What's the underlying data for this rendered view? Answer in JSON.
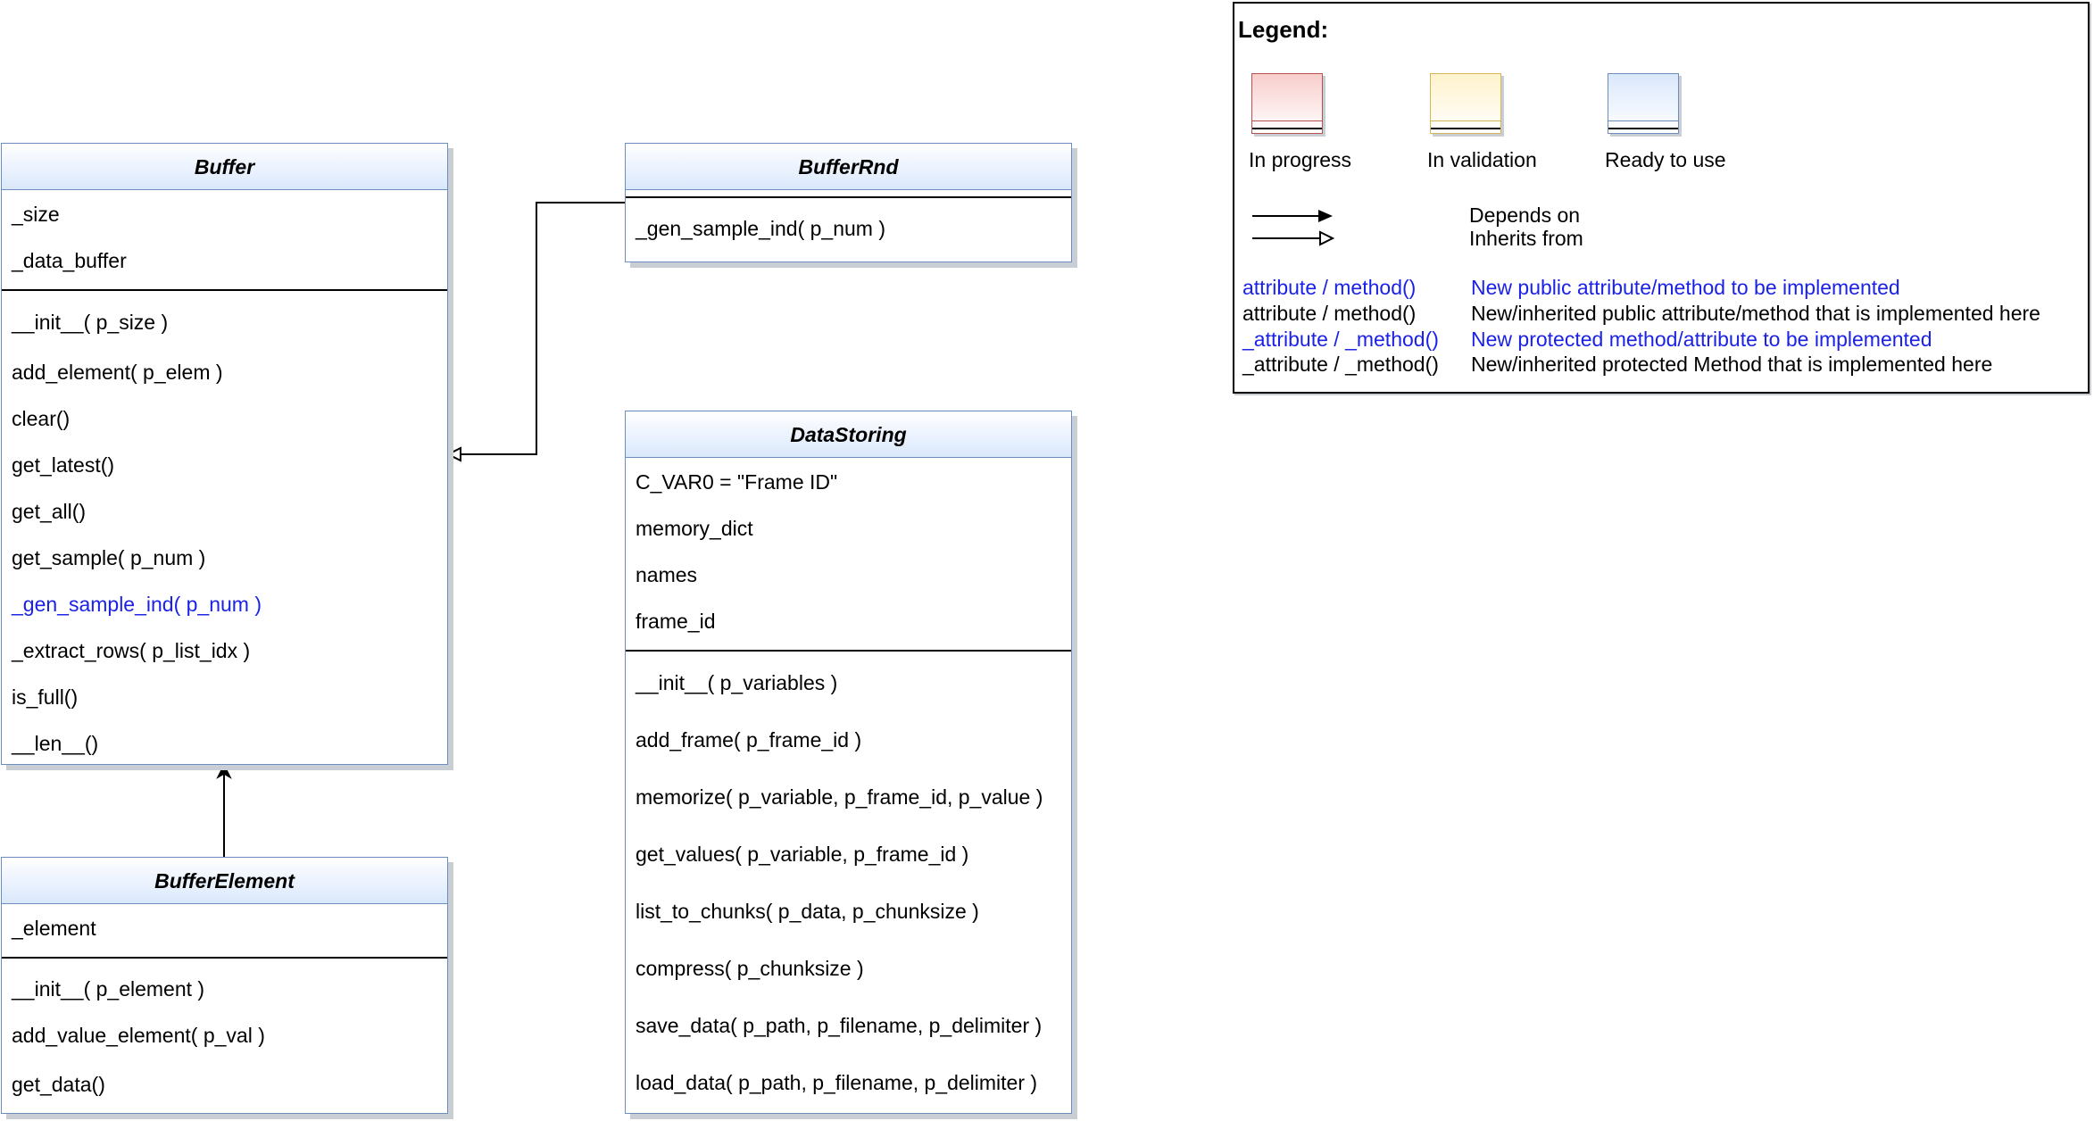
{
  "colors": {
    "class_border": "#6c8ebf",
    "class_fill": "#dae8fc",
    "to_implement_text": "#1b22e6",
    "in_progress": "#f8cecc",
    "in_validation": "#fff2cc",
    "ready_to_use": "#dae8fc"
  },
  "buffer": {
    "title": "Buffer",
    "attributes": [
      "_size",
      "_data_buffer"
    ],
    "methods": [
      "__init__( p_size )",
      "add_element( p_elem )",
      "clear()",
      "get_latest()",
      "get_all()",
      "get_sample( p_num )",
      "_gen_sample_ind( p_num )",
      "_extract_rows( p_list_idx )",
      "is_full()",
      "__len__()"
    ]
  },
  "buffer_rnd": {
    "title": "BufferRnd",
    "methods": [
      "_gen_sample_ind( p_num )"
    ]
  },
  "buffer_element": {
    "title": "BufferElement",
    "attributes": [
      "_element"
    ],
    "methods": [
      "__init__( p_element )",
      "add_value_element( p_val )",
      "get_data()"
    ]
  },
  "data_storing": {
    "title": "DataStoring",
    "attributes": [
      "C_VAR0 = \"Frame ID\"",
      "memory_dict",
      "names",
      "frame_id"
    ],
    "methods": [
      "__init__( p_variables )",
      "add_frame( p_frame_id )",
      "memorize( p_variable, p_frame_id, p_value )",
      "get_values( p_variable, p_frame_id )",
      "list_to_chunks( p_data, p_chunksize )",
      "compress( p_chunksize )",
      "save_data( p_path, p_filename, p_delimiter )",
      "load_data( p_path, p_filename, p_delimiter )"
    ]
  },
  "legend": {
    "title": "Legend:",
    "statuses": [
      "In progress",
      "In validation",
      "Ready to use"
    ],
    "arrows": [
      "Depends on",
      "Inherits from"
    ],
    "entries": [
      {
        "label": "attribute / method()",
        "desc": "New public attribute/method to be implemented"
      },
      {
        "label": "attribute / method()",
        "desc": "New/inherited public attribute/method that is implemented here"
      },
      {
        "label": "_attribute / _method()",
        "desc": "New protected method/attribute to be implemented"
      },
      {
        "label": "_attribute / _method()",
        "desc": "New/inherited protected Method that is implemented here"
      }
    ]
  }
}
